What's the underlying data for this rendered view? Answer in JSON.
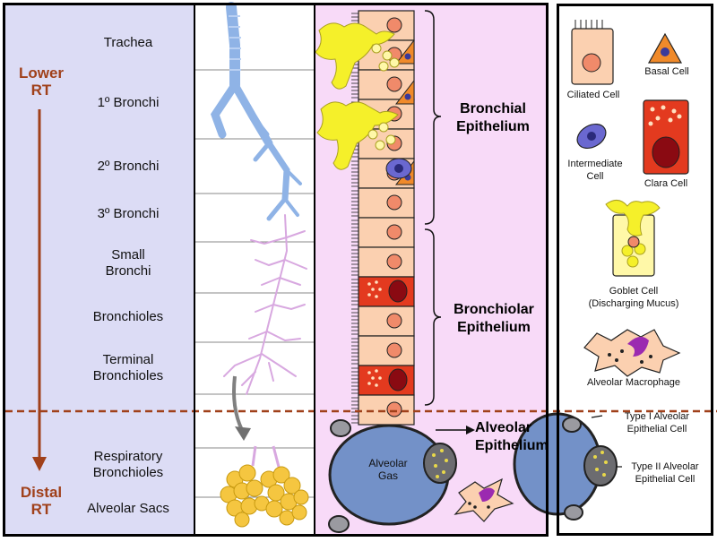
{
  "regions": {
    "lower": [
      "Lower",
      "RT"
    ],
    "distal": [
      "Distal",
      "RT"
    ]
  },
  "airway_levels": [
    {
      "lines": [
        "Trachea"
      ]
    },
    {
      "lines": [
        "1º Bronchi"
      ]
    },
    {
      "lines": [
        "2º Bronchi"
      ]
    },
    {
      "lines": [
        "3º Bronchi"
      ]
    },
    {
      "lines": [
        "Small",
        "Bronchi"
      ]
    },
    {
      "lines": [
        "Bronchioles"
      ]
    },
    {
      "lines": [
        "Terminal",
        "Bronchioles"
      ]
    },
    {
      "lines": [
        "Respiratory",
        "Bronchioles"
      ]
    },
    {
      "lines": [
        "Alveolar Sacs"
      ]
    }
  ],
  "epithelium_labels": {
    "bronchial": [
      "Bronchial",
      "Epithelium"
    ],
    "bronchiolar": [
      "Bronchiolar",
      "Epithelium"
    ],
    "alveolar": [
      "Alveolar",
      "Epithelium"
    ]
  },
  "alveolar_gas": [
    "Alveolar",
    "Gas"
  ],
  "legend": {
    "ciliated": "Ciliated Cell",
    "basal": "Basal Cell",
    "intermediate": [
      "Intermediate",
      "Cell"
    ],
    "clara": "Clara Cell",
    "goblet": [
      "Goblet Cell",
      "(Discharging Mucus)"
    ],
    "macrophage": "Alveolar Macrophage",
    "type1": [
      "Type I Alveolar",
      "Epithelial Cell"
    ],
    "type2": [
      "Type II Alveolar",
      "Epithelial Cell"
    ]
  },
  "colors": {
    "left_panel": "#dcdcf5",
    "right_panel": "#f8daf8",
    "arrow": "#a0401a",
    "ciliated": "#fbd0b0",
    "clara": "#e33a1f",
    "goblet": "#f5f02a",
    "intermediate": "#6a68d0",
    "alveolus": "#7391c8"
  }
}
